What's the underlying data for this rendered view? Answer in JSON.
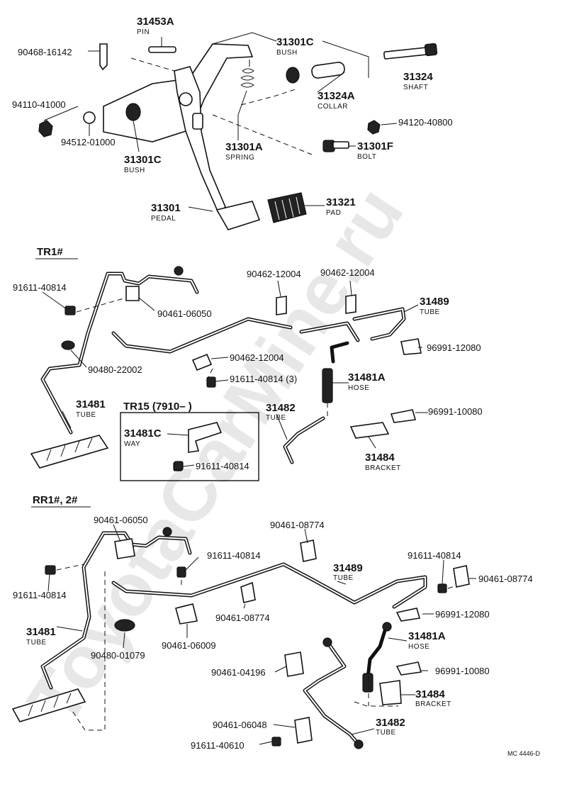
{
  "watermark": "ToyotaCarMine.ru",
  "pedal_group": {
    "pin_part": "31453A",
    "pin_name": "PIN",
    "clip_part": "90468-16142",
    "bush_upper_part": "31301C",
    "bush_upper_name": "BUSH",
    "shaft_part": "31324",
    "shaft_name": "SHAFT",
    "nut_part": "94110-41000",
    "washer_part": "94512-01000",
    "collar_part": "31324A",
    "collar_name": "COLLAR",
    "nut2_part": "94120-40800",
    "bush_lower_part": "31301C",
    "bush_lower_name": "BUSH",
    "spring_part": "31301A",
    "spring_name": "SPRING",
    "bolt_part": "31301F",
    "bolt_name": "BOLT",
    "pedal_part": "31301",
    "pedal_name": "PEDAL",
    "pad_part": "31321",
    "pad_name": "PAD"
  },
  "tr1": {
    "header": "TR1#",
    "bolt_a": "91611-40814",
    "clamp_a": "90461-06050",
    "clip_a": "90462-12004",
    "clip_b": "90462-12004",
    "tube_part": "31489",
    "tube_name": "TUBE",
    "clip_c": "96991-12080",
    "grommet": "90480-22002",
    "clip_d": "90462-12004",
    "bolt_b": "91611-40814 (3)",
    "hose_part": "31481A",
    "hose_name": "HOSE",
    "tube2_part": "31481",
    "tube2_name": "TUBE",
    "tr15_header": "TR15 (7910–        )",
    "way_part": "31481C",
    "way_name": "WAY",
    "way_bolt": "91611-40814",
    "tube3_part": "31482",
    "tube3_name": "TUBE",
    "clip_e": "96991-10080",
    "bracket_part": "31484",
    "bracket_name": "BRACKET"
  },
  "rr1": {
    "header": "RR1#, 2#",
    "clamp_a": "90461-06050",
    "clamp_b": "90461-08774",
    "bolt_a": "91611-40814",
    "tube_part": "31489",
    "tube_name": "TUBE",
    "bolt_b": "91611-40814",
    "clamp_c": "90461-08774",
    "bolt_c": "91611-40814",
    "clamp_d": "90461-08774",
    "clip_a": "96991-12080",
    "tube2_part": "31481",
    "tube2_name": "TUBE",
    "clamp_e": "90461-06009",
    "hose_part": "31481A",
    "hose_name": "HOSE",
    "grommet": "90480-01079",
    "clip_b": "96991-10080",
    "clamp_f": "90461-04196",
    "bracket_part": "31484",
    "bracket_name": "BRACKET",
    "clamp_g": "90461-06048",
    "tube3_part": "31482",
    "tube3_name": "TUBE",
    "bolt_d": "91611-40610"
  },
  "ref_code": "MC 4446-D"
}
